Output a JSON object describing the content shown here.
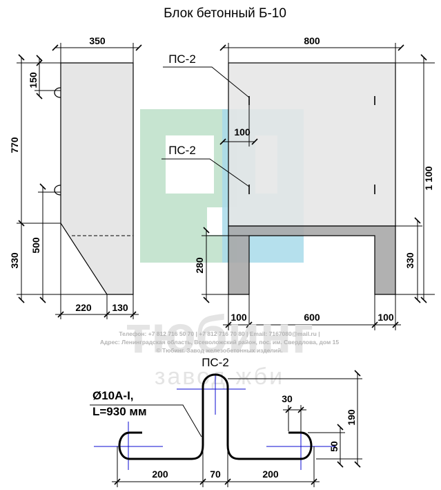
{
  "title": "Блок бетонный Б-10",
  "dimensions": {
    "side_width": "350",
    "front_width": "800",
    "top_offset": "150",
    "upper_height": "770",
    "lower_height": "330",
    "slope_height": "500",
    "base_left": "220",
    "base_right": "130",
    "total_height": "1 100",
    "right_leg_height": "330",
    "opening_height": "280",
    "loop_offset": "100",
    "leg_left": "100",
    "opening_width": "600",
    "leg_right": "100"
  },
  "labels": {
    "ps2_a": "ПС-2",
    "ps2_b": "ПС-2",
    "ps2_detail": "ПС-2",
    "rebar_spec_1": "Ø10A-I,",
    "rebar_spec_2": "L=930 мм"
  },
  "detail_dimensions": {
    "left": "200",
    "middle": "70",
    "right": "200",
    "bend_gap": "30",
    "bend_height": "50",
    "loop_height": "190"
  },
  "contacts": {
    "phones": "Телефон: +7 812 716 50 70 | +7 812 716 70 80 | Email: 7167080@mail.ru |",
    "address": "Адрес: Ленинградская область, Всеволожский район, пос. им. Свердлова, дом 15",
    "copyright": "© Тюбинг. Завод железобетонных изделий."
  },
  "watermark": {
    "brand": "тюбинг",
    "tagline": "завод жби"
  },
  "colors": {
    "concrete_light": "#e6e6e6",
    "concrete_dark": "#a8a8a8",
    "logo_green": "#b3dcc1",
    "logo_blue": "#8ccfe3",
    "axis_blue": "#0a0ad0"
  }
}
